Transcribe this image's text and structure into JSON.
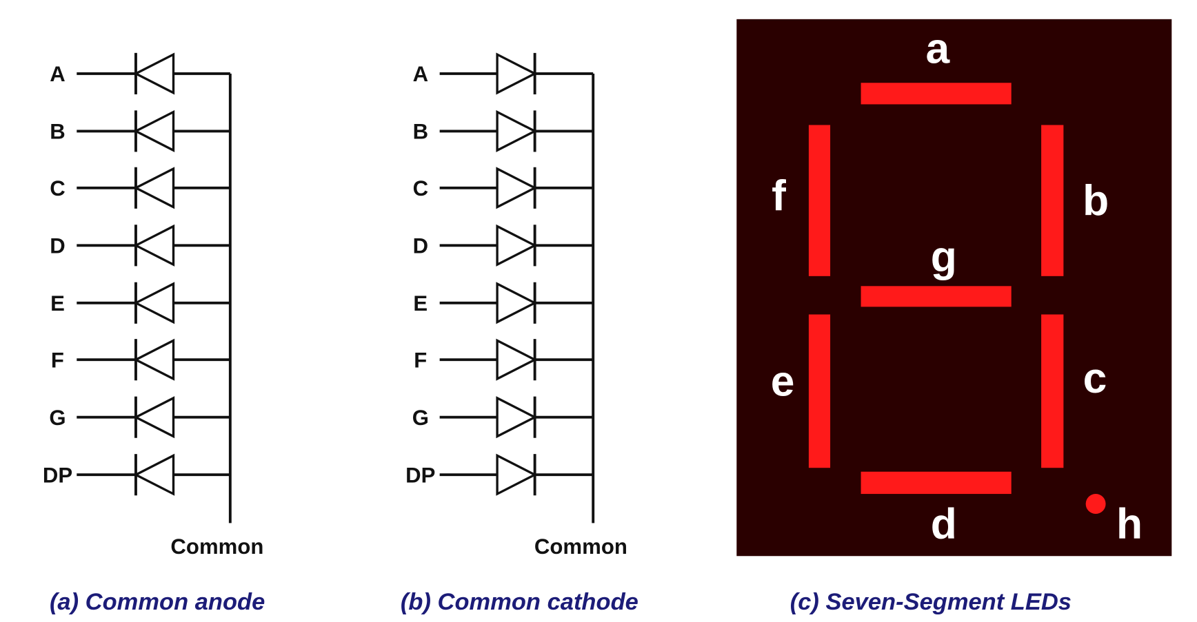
{
  "anode": {
    "pins": [
      "A",
      "B",
      "C",
      "D",
      "E",
      "F",
      "G",
      "DP"
    ],
    "common_label": "Common",
    "caption": "(a) Common anode"
  },
  "cathode": {
    "pins": [
      "A",
      "B",
      "C",
      "D",
      "E",
      "F",
      "G",
      "DP"
    ],
    "common_label": "Common",
    "caption": "(b) Common cathode"
  },
  "display": {
    "segments": [
      "a",
      "b",
      "c",
      "d",
      "e",
      "f",
      "g",
      "h"
    ],
    "caption": "(c) Seven-Segment LEDs",
    "background_color": "#2a0000",
    "segment_color": "#ff1a1a"
  }
}
